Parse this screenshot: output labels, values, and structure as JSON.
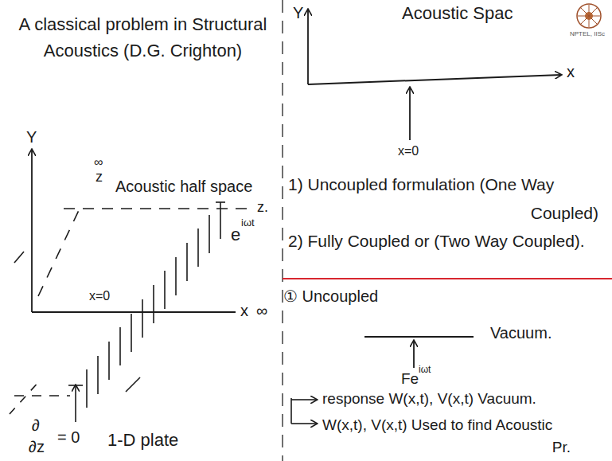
{
  "diagram": {
    "title": "A classical problem in Structural Acoustics (D.G. Crighton)",
    "labels": [
      "∞",
      "z",
      "Acoustic half space",
      "e",
      "iωt",
      "z.",
      "Y",
      "x=0",
      "x",
      "∞",
      "∂",
      "∂z",
      "= 0",
      "1-D plate",
      "Y",
      "Acoustic Spac",
      "NPTEL, IISc",
      "x",
      "x=0",
      "1) Uncoupled formulation (One Way Coupled)",
      "2) Fully Coupled or (Two Way Coupled).",
      "① Uncoupled",
      "Vacuum.",
      "Fe",
      "iωt",
      "response W(x,t), V(x,t) Vacuum.",
      "W(x,t), V(x,t) Used to find Acoustic Pr."
    ]
  }
}
